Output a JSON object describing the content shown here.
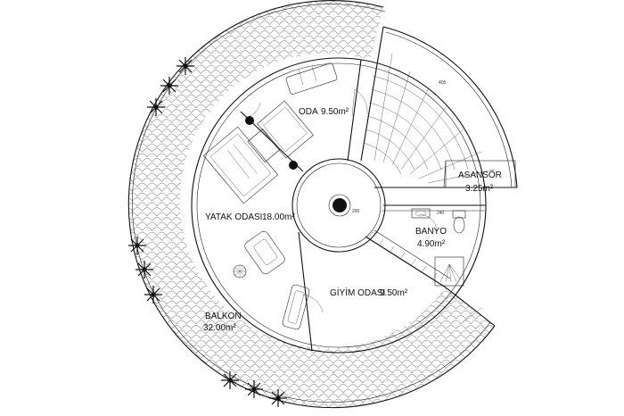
{
  "rooms": {
    "oda": {
      "name": "ODA",
      "area": "9.50m²"
    },
    "yatak_odasi": {
      "name": "YATAK ODASI",
      "area": "18.00m²"
    },
    "asansor": {
      "name": "ASANSÖR",
      "area": "3.25m²"
    },
    "banyo": {
      "name": "BANYO",
      "area": "4.90m²"
    },
    "giyim_odasi": {
      "name": "GİYİM ODASI",
      "area": "9.50m²"
    },
    "balkon": {
      "name": "BALKON",
      "area": "32.00m²"
    }
  },
  "dimensions": {
    "top_arc": "405",
    "banyo_width": "240",
    "core_note": "290"
  },
  "colors": {
    "line": "#111111",
    "background": "#ffffff",
    "hatch": "#777777"
  },
  "icons": [
    "palm-tree-icon",
    "sofa-icon",
    "bed-icon",
    "plant-icon",
    "toilet-icon",
    "sink-icon",
    "shower-icon",
    "elevator-icon"
  ]
}
